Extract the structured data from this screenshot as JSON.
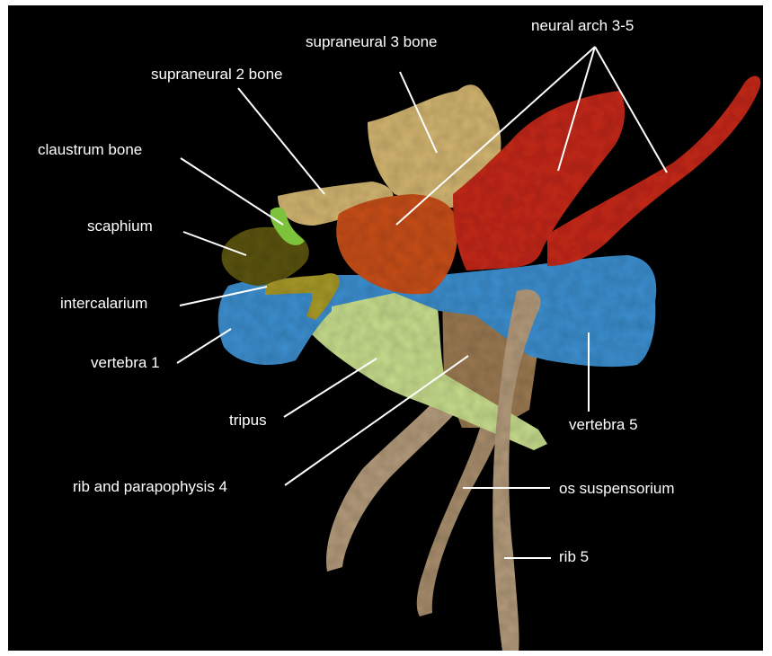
{
  "figure": {
    "colors": {
      "background": "#000000",
      "label_text": "#ffffff",
      "leader_line": "#ffffff",
      "supraneural": "#d2b571",
      "neural_arch": "#c42b1c",
      "neural_arch_front": "#c8501f",
      "vertebra": "#3e8fcf",
      "tripus": "#c7dd8d",
      "scaphium": "#5b5416",
      "claustrum": "#7cc23a",
      "intercalarium": "#a99a2a",
      "rib": "#b49b7b",
      "os_suspensorium": "#9b7a52"
    },
    "labels": {
      "supraneural_3": "supraneural 3 bone",
      "neural_arch": "neural arch 3-5",
      "supraneural_2": "supraneural 2 bone",
      "claustrum": "claustrum bone",
      "scaphium": "scaphium",
      "intercalarium": "intercalarium",
      "vertebra_1": "vertebra 1",
      "tripus": "tripus",
      "vertebra_5": "vertebra 5",
      "rib_parapophysis_4": "rib and parapophysis 4",
      "os_suspensorium": "os suspensorium",
      "rib_5": "rib 5"
    }
  }
}
